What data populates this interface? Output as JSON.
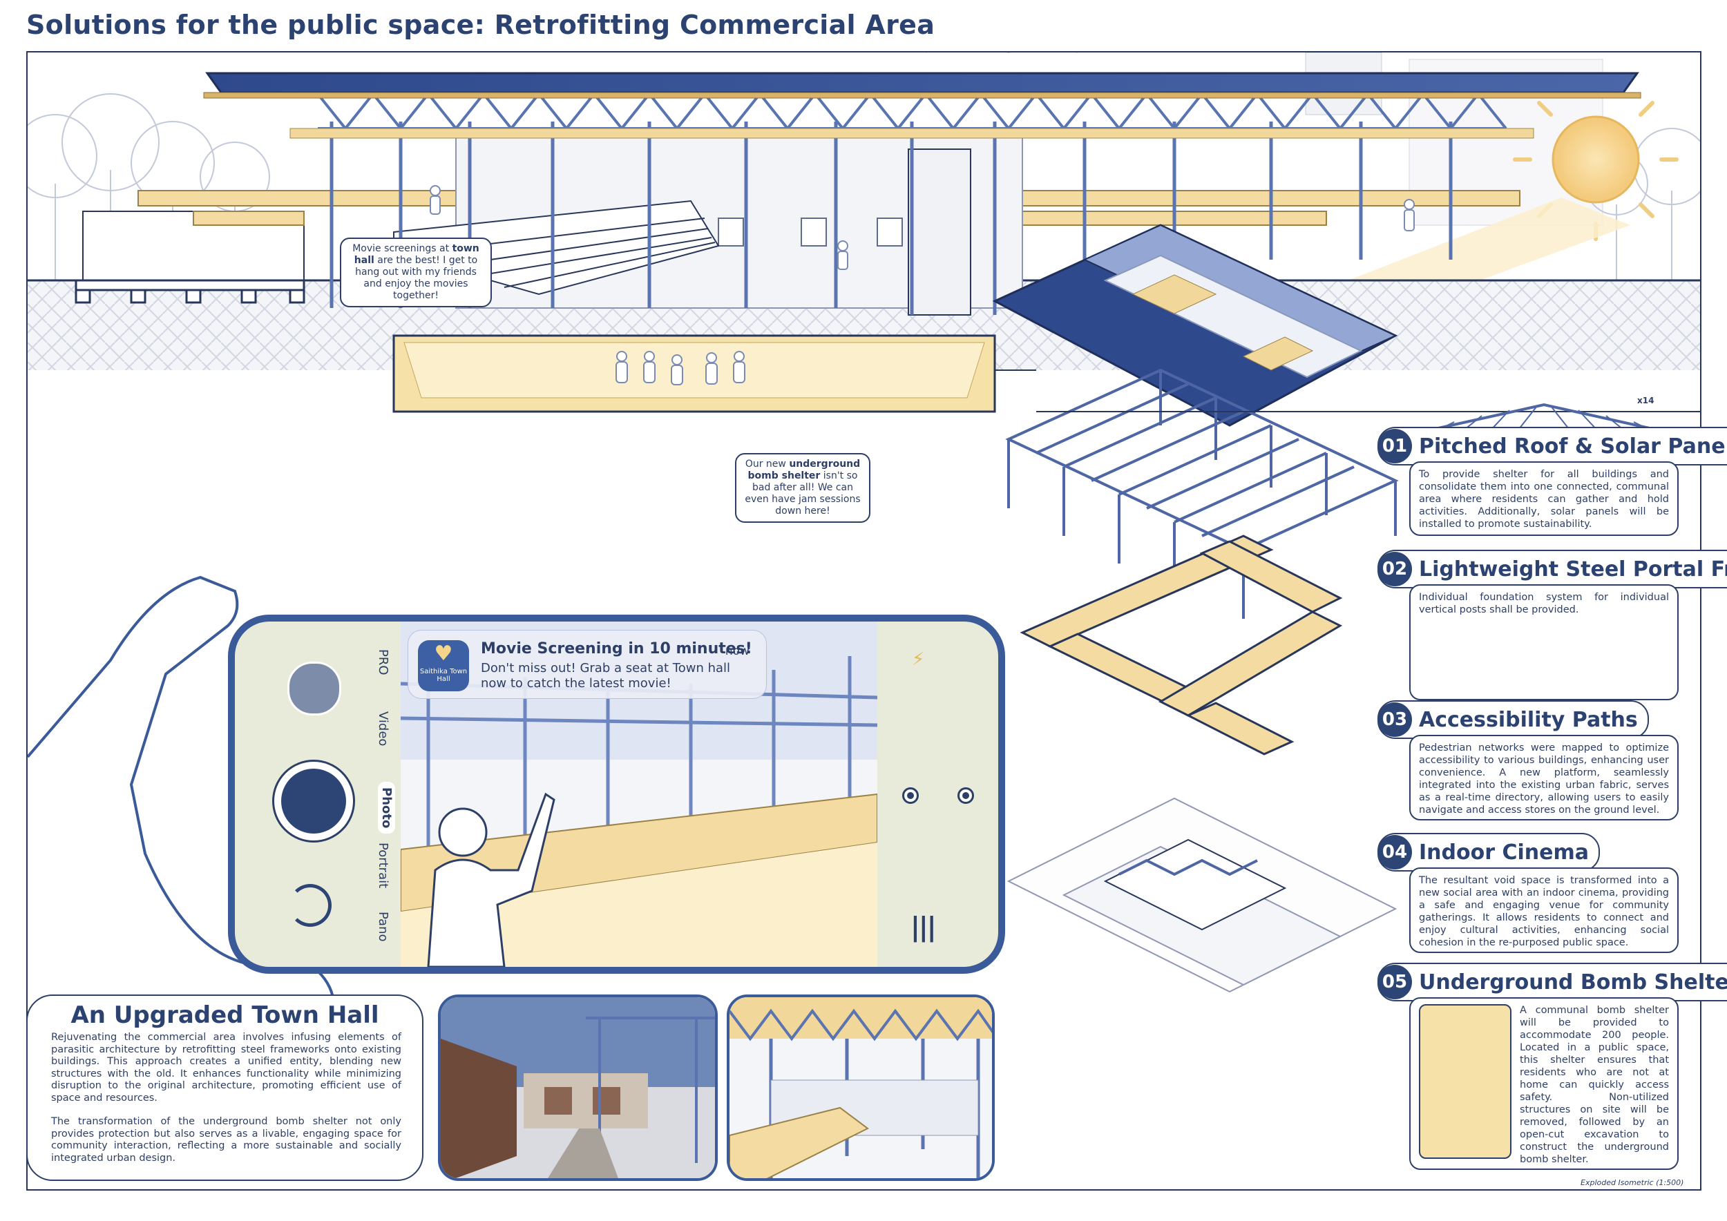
{
  "title": "Solutions for the public space: Retrofitting Commercial Area",
  "bubbles": {
    "movie": {
      "pre": "Movie screenings at ",
      "bold": "town hall",
      "post": " are the best! I get to hang out with my friends and enjoy the movies together!"
    },
    "shelter": {
      "pre": "Our new ",
      "bold": "underground bomb shelter",
      "post": " isn't so bad after all! We can even have jam sessions down here!"
    }
  },
  "phone": {
    "modes": [
      "PRO",
      "Video",
      "Photo",
      "Portrait",
      "Pano"
    ],
    "active_mode": "Photo",
    "notification": {
      "app_name": "Saithika Town Hall",
      "title": "Movie Screening in 10 minutes!",
      "body": "Don't miss out! Grab a seat at Town hall now to catch the latest movie!",
      "time": "now"
    }
  },
  "sections": [
    {
      "num": "01",
      "title": "Pitched Roof & Solar Panels",
      "body": "To provide shelter for all buildings and consolidate them into one connected, communal area where residents can gather and hold activities. Additionally, solar panels will be installed to promote sustainability."
    },
    {
      "num": "02",
      "title": "Lightweight Steel Portal Frame",
      "body": "Individual foundation system for individual vertical posts shall be provided.",
      "diagram_label": "x14"
    },
    {
      "num": "03",
      "title": "Accessibility Paths",
      "body": "Pedestrian networks were mapped to optimize accessibility to various buildings, enhancing user convenience. A new platform, seamlessly integrated into the existing urban fabric, serves as a real-time directory, allowing users to easily navigate and access stores on the ground level."
    },
    {
      "num": "04",
      "title": "Indoor Cinema",
      "body": "The resultant void space is transformed into a new social area with an indoor cinema, providing a safe and engaging venue for community gatherings. It allows residents to connect and enjoy cultural activities, enhancing social cohesion in the re-purposed public space."
    },
    {
      "num": "05",
      "title": "Underground Bomb Shelter",
      "body": "A communal bomb shelter will be provided to accommodate 200 people. Located in a public space, this shelter ensures that residents who are not at home can quickly access safety. Non-utilized structures on site will be removed, followed by an open-cut excavation to construct the underground bomb shelter."
    }
  ],
  "town_hall": {
    "title": "An Upgraded Town Hall",
    "p1": "Rejuvenating the commercial area involves infusing elements of parasitic architecture by retrofitting steel frameworks onto existing buildings. This approach creates a unified entity, blending new structures with the old. It enhances functionality while minimizing disruption to the original architecture, promoting efficient use of space and resources.",
    "p2": "The transformation of the underground bomb shelter not only provides protection but also serves as a livable, engaging space for community interaction, reflecting a more sustainable and socially integrated urban design."
  },
  "caption": "Exploded Isometric (1:500)",
  "colors": {
    "navy": "#2d4575",
    "steel": "#6d86bf",
    "wood": "#f2dca0",
    "sun": "#f7d48a",
    "outline": "#27365a"
  }
}
